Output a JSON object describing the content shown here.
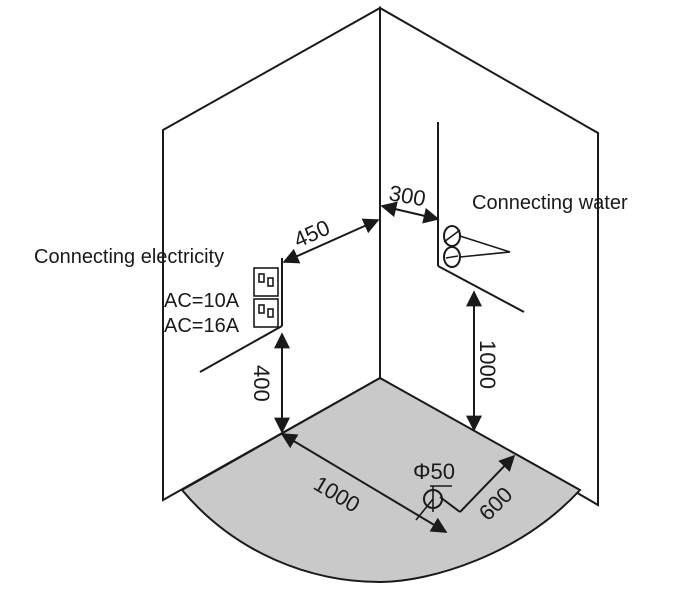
{
  "labels": {
    "electricity": "Connecting electricity",
    "water": "Connecting water",
    "ac10": "AC=10A",
    "ac16": "AC=16A"
  },
  "dimensions": {
    "d450": "450",
    "d300": "300",
    "d400": "400",
    "d1000_wall": "1000",
    "d1000_floor": "1000",
    "d600": "600",
    "phi50": "Φ50"
  },
  "colors": {
    "floor": "#c9c9c9",
    "line": "#1a1a1a"
  }
}
